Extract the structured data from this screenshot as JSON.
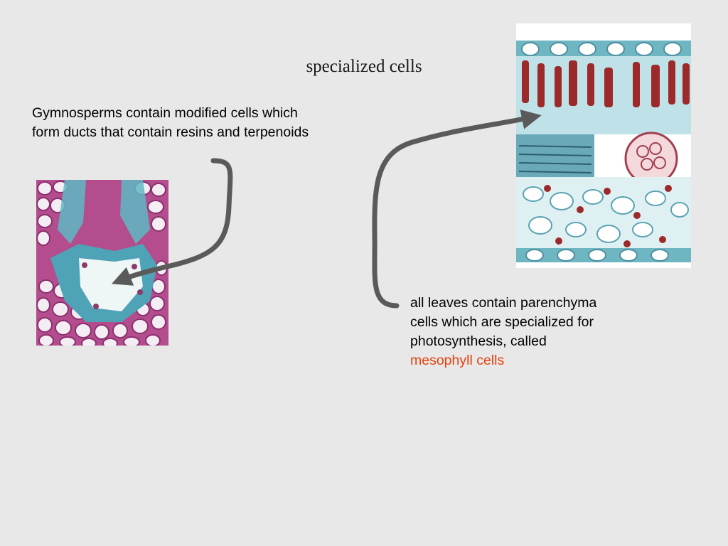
{
  "slide": {
    "title": "specialized cells",
    "left_text": "Gymnosperms contain modified cells which form ducts that contain resins and terpenoids",
    "right_text": "all leaves contain parenchyma cells which are specialized for photosynthesis, called",
    "right_highlight": "mesophyll cells",
    "highlight_color": "#e8400c",
    "arrow_color": "#5a5a5a"
  }
}
